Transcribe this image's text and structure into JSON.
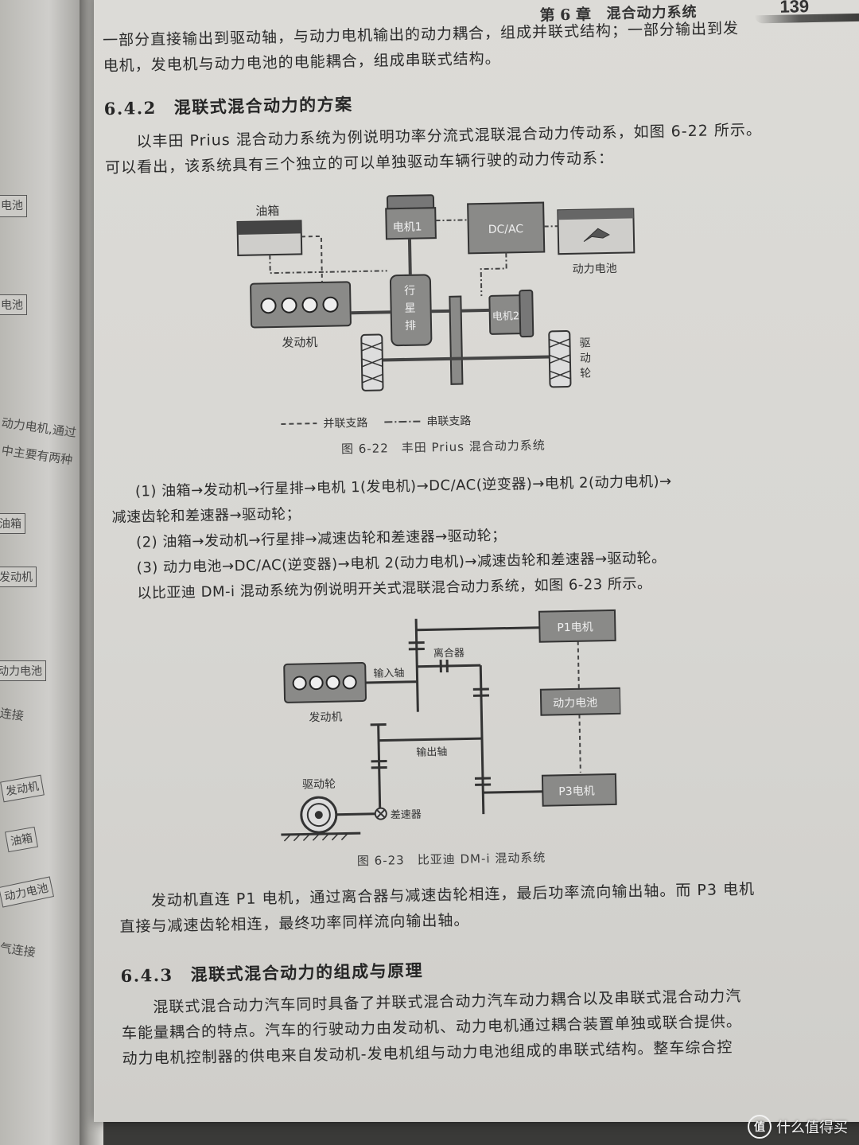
{
  "running_head": {
    "chapter": "第 6 章",
    "title": "混合动力系统",
    "page_number": "139"
  },
  "intro_lines": [
    "一部分直接输出到驱动轴，与动力电机输出的动力耦合，组成并联式结构；一部分输出到发",
    "电机，发电机与动力电池的电能耦合，组成串联式结构。"
  ],
  "section_642": {
    "number": "6.4.2",
    "title": "混联式混合动力的方案",
    "para_lines": [
      "以丰田 Prius 混合动力系统为例说明功率分流式混联混合动力传动系，如图 6-22 所示。",
      "可以看出，该系统具有三个独立的可以单独驱动车辆行驶的动力传动系："
    ]
  },
  "figure_622": {
    "labels": {
      "fuel_tank": "油箱",
      "motor1": "电机1",
      "dcac": "DC/AC",
      "battery": "动力电池",
      "engine": "发动机",
      "planetary": [
        "行",
        "星",
        "排"
      ],
      "motor2": "电机2",
      "drive_wheel": [
        "驱",
        "动",
        "轮"
      ]
    },
    "legend": {
      "parallel": "并联支路",
      "series": "串联支路"
    },
    "caption": "图 6-22　丰田 Prius 混合动力系统"
  },
  "paths": [
    "(1) 油箱→发动机→行星排→电机 1(发电机)→DC/AC(逆变器)→电机 2(动力电机)→",
    "减速齿轮和差速器→驱动轮；",
    "(2) 油箱→发动机→行星排→减速齿轮和差速器→驱动轮；",
    "(3) 动力电池→DC/AC(逆变器)→电机 2(动力电机)→减速齿轮和差速器→驱动轮。"
  ],
  "dmi_intro": "以比亚迪 DM-i 混动系统为例说明开关式混联混合动力系统，如图 6-23 所示。",
  "figure_623": {
    "labels": {
      "p1": "P1电机",
      "input_shaft": "输入轴",
      "clutch": "离合器",
      "engine": "发动机",
      "battery": "动力电池",
      "output_shaft": "输出轴",
      "drive_wheel": "驱动轮",
      "differential": "差速器",
      "p3": "P3电机"
    },
    "caption": "图 6-23　比亚迪 DM-i 混动系统"
  },
  "after_fig_lines": [
    "发动机直连 P1 电机，通过离合器与减速齿轮相连，最后功率流向输出轴。而 P3 电机",
    "直接与减速齿轮相连，最终功率同样流向输出轴。"
  ],
  "section_643": {
    "number": "6.4.3",
    "title": "混联式混合动力的组成与原理",
    "para_lines": [
      "混联式混合动力汽车同时具备了并联式混合动力汽车动力耦合以及串联式混合动力汽",
      "车能量耦合的特点。汽车的行驶动力由发动机、动力电机通过耦合装置单独或联合提供。",
      "动力电机控制器的供电来自发动机-发电机组与动力电池组成的串联式结构。整车综合控"
    ]
  },
  "left_page_fragments": [
    "动力电机,通过",
    "中主要有两种",
    "油箱",
    "发动机",
    "动力电池",
    "连接",
    "发动机",
    "油箱",
    "动力电池",
    "气连接",
    "电池",
    "电池"
  ],
  "watermark": {
    "icon": "值",
    "text": "什么值得买"
  }
}
